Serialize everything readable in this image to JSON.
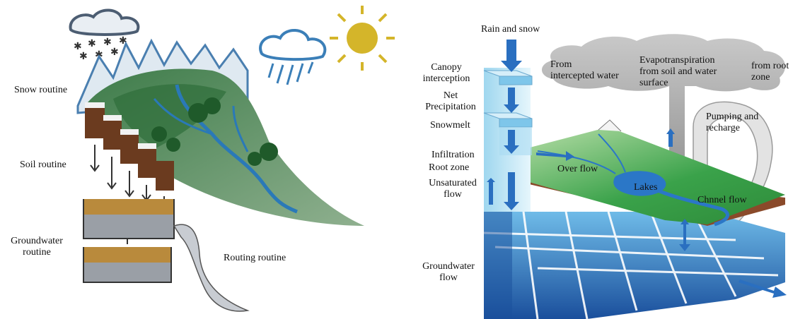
{
  "left_panel": {
    "snow_routine": "Snow routine",
    "soil_routine": "Soil routine",
    "groundwater_routine_line1": "Groundwater",
    "groundwater_routine_line2": "routine",
    "routing_routine": "Routing routine"
  },
  "right_panel": {
    "rain_and_snow": "Rain and snow",
    "canopy_interception_line1": "Canopy",
    "canopy_interception_line2": "interception",
    "net_precipitation_line1": "Net",
    "net_precipitation_line2": "Precipitation",
    "snowmelt": "Snowmelt",
    "infiltration": "Infiltration",
    "root_zone": "Root zone",
    "unsaturated_flow_line1": "Unsaturated",
    "unsaturated_flow_line2": "flow",
    "groundwater_flow_line1": "Groundwater",
    "groundwater_flow_line2": "flow",
    "from_intercepted_water_line1": "From",
    "from_intercepted_water_line2": "intercepted water",
    "evapotranspiration_line1": "Evapotranspiration",
    "evapotranspiration_line2": "from soil and water",
    "evapotranspiration_line3": "surface",
    "from_root_zone_line1": "from root",
    "from_root_zone_line2": "zone",
    "pumping_recharge_line1": "Pumping and",
    "pumping_recharge_line2": "recharge",
    "over_flow": "Over flow",
    "lakes": "Lakes",
    "channel_flow": "Chnnel flow"
  }
}
